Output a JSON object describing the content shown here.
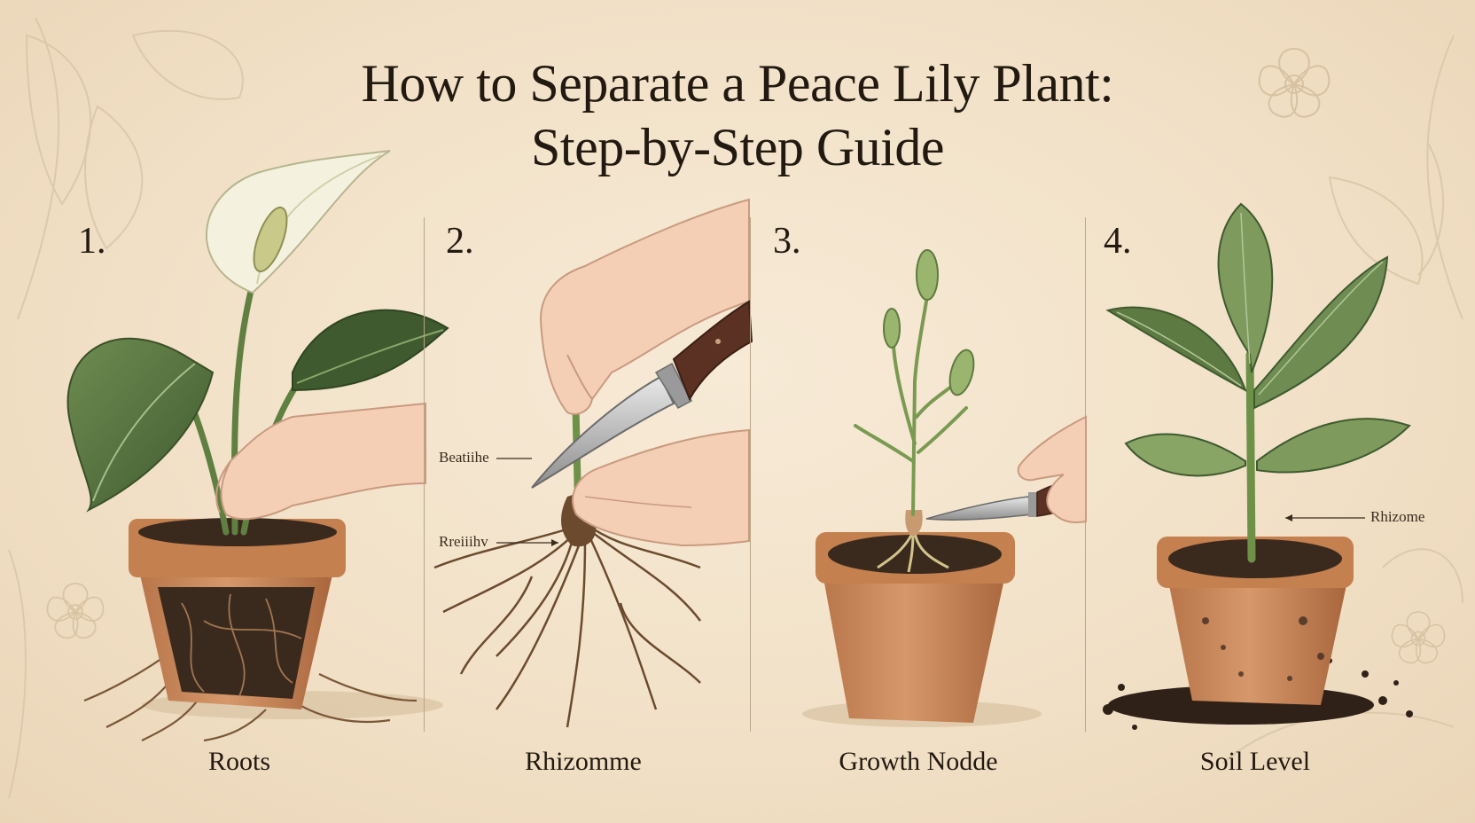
{
  "title": {
    "line1": "How to Separate a Peace Lily Plant:",
    "line2": "Step-by-Step Guide"
  },
  "steps": [
    {
      "number": "1.",
      "caption": "Roots"
    },
    {
      "number": "2.",
      "caption": "Rhizomme"
    },
    {
      "number": "3.",
      "caption": "Growth Nodde"
    },
    {
      "number": "4.",
      "caption": "Soil Level"
    }
  ],
  "callouts": {
    "step2_upper": "Beatiihe",
    "step2_lower": "Rreiiihv",
    "step4_label": "Rhizome"
  },
  "icons": [
    "hand-icon",
    "knife-icon",
    "pot-icon",
    "peace-lily-flower-icon",
    "bud-icon",
    "roots-icon"
  ],
  "colors": {
    "background": "#f4e6cf",
    "leaf_dark": "#4d6a3a",
    "leaf_light": "#8aa56b",
    "pot": "#c98a5c",
    "soil": "#3a2a1e",
    "root": "#6b4a2e",
    "text": "#221910"
  }
}
